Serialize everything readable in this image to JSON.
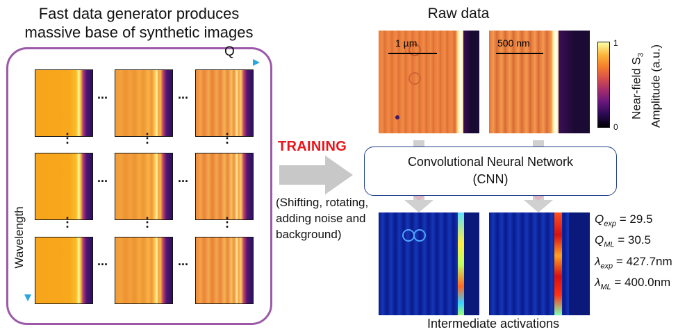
{
  "left": {
    "title_line1": "Fast data generator produces",
    "title_line2": "massive base of synthetic images",
    "q_label": "Q",
    "wavelength_label": "Wavelength",
    "h_ellipsis": "...",
    "v_ellipsis": "⋮"
  },
  "middle": {
    "training_label": "TRAINING",
    "augmentation_text": "(Shifting, rotating, adding noise and background)"
  },
  "raw": {
    "title": "Raw data",
    "scalebar_1": "1 µm",
    "scalebar_2": "500 nm"
  },
  "colorbar": {
    "max_label": "1",
    "min_label": "0",
    "title_line1": "Near-field S",
    "title_sub": "3",
    "title_line2": "Amplitude (a.u.)"
  },
  "cnn": {
    "line1": "Convolutional Neural Network",
    "line2": "(CNN)"
  },
  "activations": {
    "caption": "Intermediate activations"
  },
  "metrics": {
    "q_exp_sym": "Q",
    "q_exp_sub": "exp",
    "q_exp_val": " = 29.5",
    "q_ml_sym": "Q",
    "q_ml_sub": "ML",
    "q_ml_val": " = 30.5",
    "l_exp_sym": "λ",
    "l_exp_sub": "exp",
    "l_exp_val": " = 427.7nm",
    "l_ml_sym": "λ",
    "l_ml_sub": "ML",
    "l_ml_val": " = 400.0nm"
  },
  "colors": {
    "frame": "#9b59a8",
    "training": "#e8141b",
    "axis_q": "#2aa6e0",
    "axis_wavelength": "#e8508a"
  }
}
